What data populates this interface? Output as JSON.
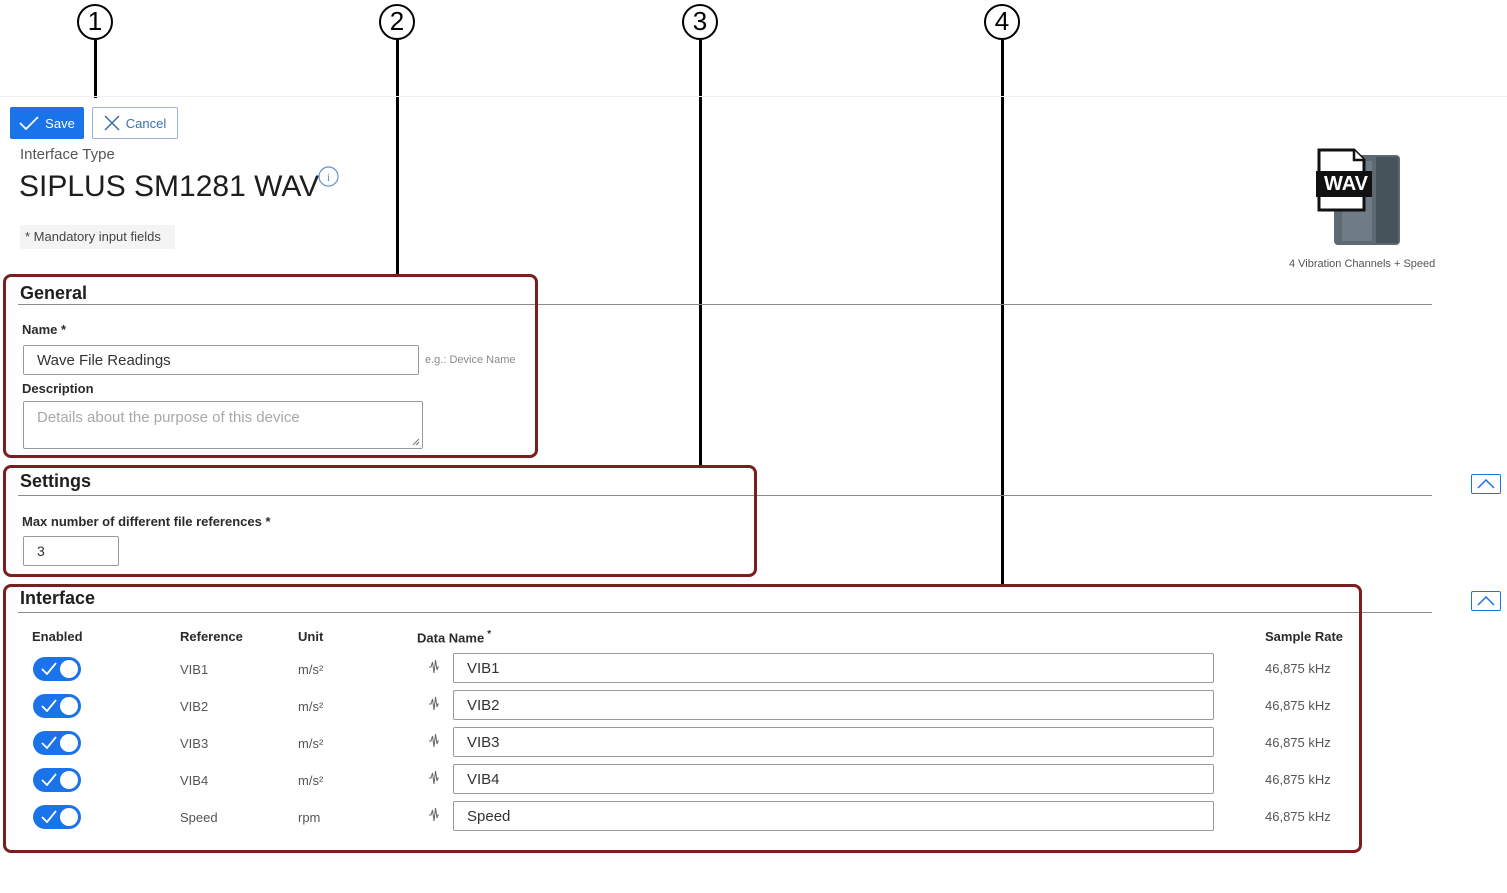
{
  "callouts": [
    "1",
    "2",
    "3",
    "4"
  ],
  "toolbar": {
    "save_label": "Save",
    "cancel_label": "Cancel"
  },
  "header": {
    "interface_type_label": "Interface Type",
    "title": "SIPLUS SM1281 WAV",
    "mandatory_note": "* Mandatory input fields"
  },
  "device_image": {
    "icon_text": "WAV",
    "caption": "4 Vibration Channels + Speed"
  },
  "general": {
    "title": "General",
    "name_label": "Name *",
    "name_value": "Wave File Readings",
    "name_hint": "e.g.: Device Name",
    "description_label": "Description",
    "description_placeholder": "Details about the purpose of this device"
  },
  "settings": {
    "title": "Settings",
    "max_refs_label": "Max number of different file references *",
    "max_refs_value": "3"
  },
  "interface": {
    "title": "Interface",
    "columns": {
      "enabled": "Enabled",
      "reference": "Reference",
      "unit": "Unit",
      "data_name": "Data Name",
      "data_name_required": "*",
      "sample_rate": "Sample Rate"
    },
    "rows": [
      {
        "enabled": true,
        "reference": "VIB1",
        "unit": "m/s²",
        "data_name": "VIB1",
        "sample_rate": "46,875 kHz"
      },
      {
        "enabled": true,
        "reference": "VIB2",
        "unit": "m/s²",
        "data_name": "VIB2",
        "sample_rate": "46,875 kHz"
      },
      {
        "enabled": true,
        "reference": "VIB3",
        "unit": "m/s²",
        "data_name": "VIB3",
        "sample_rate": "46,875 kHz"
      },
      {
        "enabled": true,
        "reference": "VIB4",
        "unit": "m/s²",
        "data_name": "VIB4",
        "sample_rate": "46,875 kHz"
      },
      {
        "enabled": true,
        "reference": "Speed",
        "unit": "rpm",
        "data_name": "Speed",
        "sample_rate": "46,875 kHz"
      }
    ]
  },
  "colors": {
    "accent": "#1a73e8",
    "highlight_border": "#7a1f1f"
  }
}
